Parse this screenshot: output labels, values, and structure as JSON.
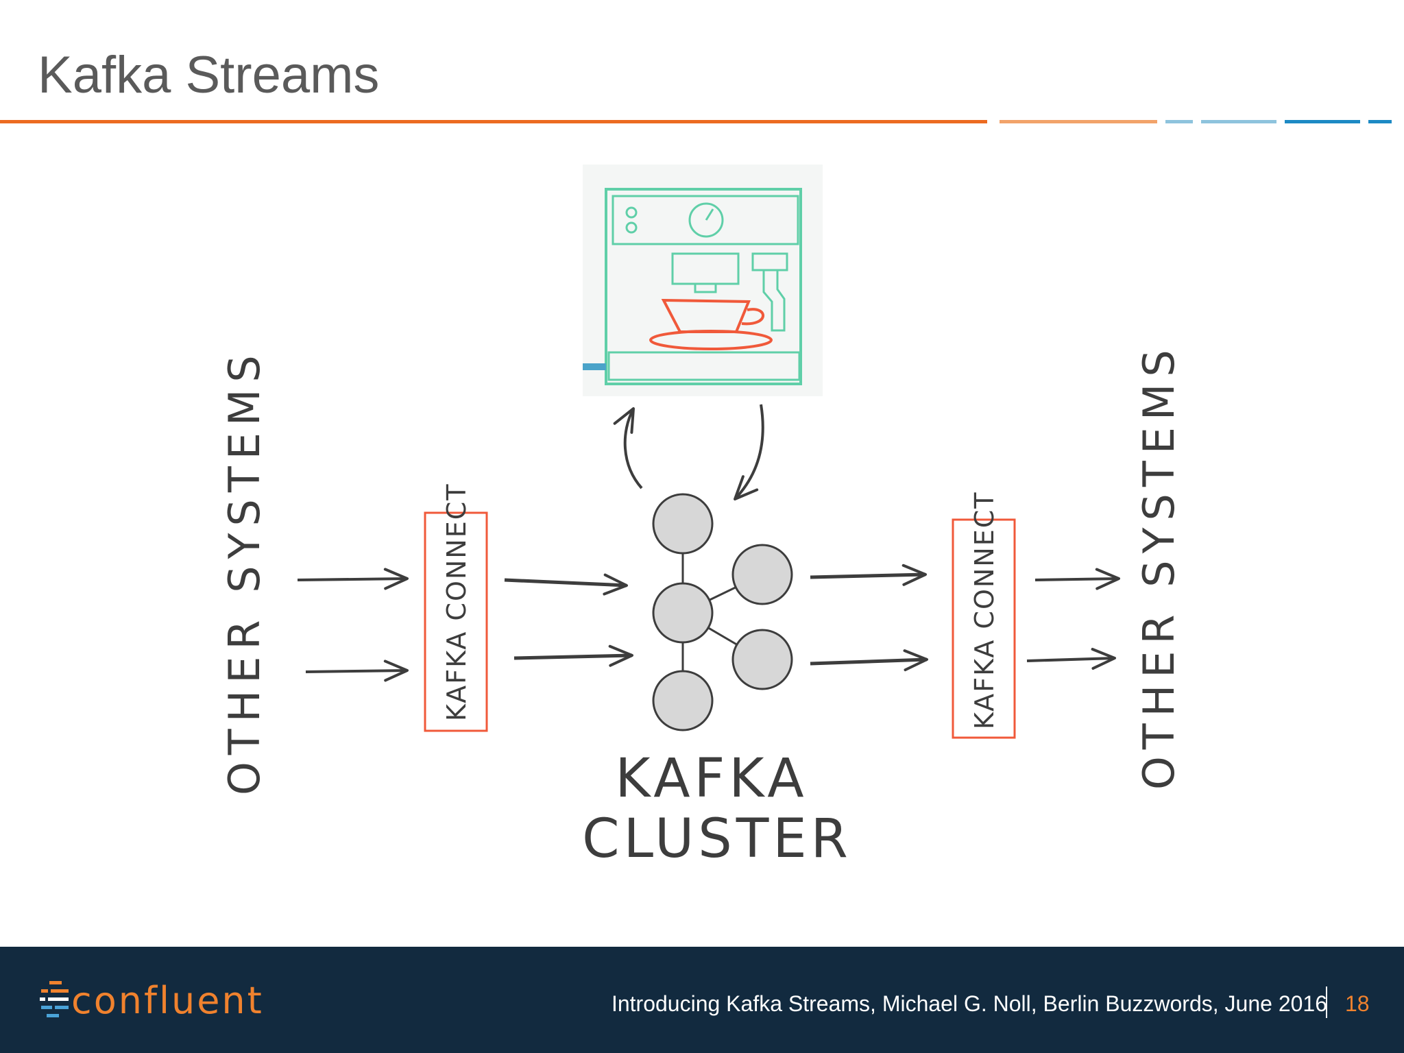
{
  "slide": {
    "title": "Kafka Streams",
    "page_number": "18"
  },
  "colors": {
    "accent_orange": "#ec6b21",
    "accent_orange_light": "#f2a36a",
    "accent_blue_light": "#8ec3dd",
    "accent_blue": "#1d8ac4",
    "footer_bg": "#122a3f",
    "machine_green": "#5fcfa8",
    "cup_red": "#f0593a",
    "node_fill": "#d7d7d7"
  },
  "diagram": {
    "left_label": "OTHER SYSTEMS",
    "right_label": "OTHER SYSTEMS",
    "left_connector_label": "KAFKA CONNECT",
    "right_connector_label": "KAFKA CONNECT",
    "cluster_label_line1": "KAFKA",
    "cluster_label_line2": "CLUSTER",
    "app_icon": "espresso-machine-icon"
  },
  "footer": {
    "logo_text": "confluent",
    "caption": "Introducing Kafka Streams, Michael G. Noll, Berlin Buzzwords, June 2016"
  }
}
